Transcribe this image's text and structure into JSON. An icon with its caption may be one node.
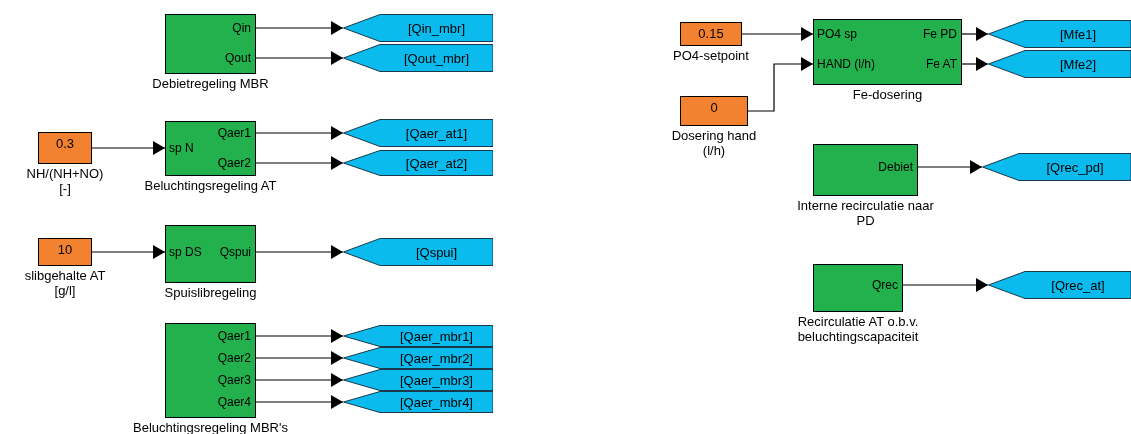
{
  "diagram": {
    "nodes": [
      {
        "text": [
          "Qin",
          "Qout"
        ],
        "beside": [
          "Debietregeling MBR"
        ]
      },
      {
        "text": [
          "[Qin_mbr]"
        ]
      },
      {
        "text": [
          "[Qout_mbr]"
        ]
      },
      {
        "text": [
          "0.3"
        ],
        "beside": [
          "NH/(NH+NO) [-]"
        ]
      },
      {
        "text": [
          "sp N",
          "Qaer1",
          "Qaer2"
        ],
        "beside": [
          "Beluchtingsregeling AT"
        ]
      },
      {
        "text": [
          "[Qaer_at1]"
        ]
      },
      {
        "text": [
          "[Qaer_at2]"
        ]
      },
      {
        "text": [
          "10"
        ],
        "beside": [
          "slibgehalte AT [g/l]"
        ]
      },
      {
        "text": [
          "sp DS",
          "Qspui"
        ],
        "beside": [
          "Spuislibregeling"
        ]
      },
      {
        "text": [
          "[Qspui]"
        ]
      },
      {
        "text": [
          "Qaer1",
          "Qaer2",
          "Qaer3",
          "Qaer4"
        ],
        "beside": [
          "Beluchtingsregeling MBR's"
        ]
      },
      {
        "text": [
          "[Qaer_mbr1]"
        ]
      },
      {
        "text": [
          "[Qaer_mbr2]"
        ]
      },
      {
        "text": [
          "[Qaer_mbr3]"
        ]
      },
      {
        "text": [
          "[Qaer_mbr4]"
        ]
      },
      {
        "text": [
          "0.15"
        ],
        "beside": [
          "PO4-setpoint"
        ]
      },
      {
        "text": [
          "PO4 sp",
          "HAND (l/h)",
          "Fe PD",
          "Fe AT"
        ],
        "beside": [
          "Fe-dosering"
        ]
      },
      {
        "text": [
          "[Mfe1]"
        ]
      },
      {
        "text": [
          "[Mfe2]"
        ]
      },
      {
        "text": [
          "0"
        ],
        "beside": [
          "Dosering hand (l/h)"
        ]
      },
      {
        "text": [
          "Debiet"
        ],
        "beside": [
          "Interne recirculatie naar PD"
        ]
      },
      {
        "text": [
          "[Qrec_pd]"
        ]
      },
      {
        "text": [
          "Qrec"
        ],
        "beside": [
          "Recirculatie AT o.b.v. beluchtingscapaciteit"
        ]
      },
      {
        "text": [
          "[Qrec_at]"
        ]
      }
    ],
    "edges": [
      {
        "from": 0,
        "to": 1,
        "arrow": "to"
      },
      {
        "from": 0,
        "to": 2,
        "arrow": "to"
      },
      {
        "from": 3,
        "to": 4,
        "arrow": "to"
      },
      {
        "from": 4,
        "to": 5,
        "arrow": "to"
      },
      {
        "from": 4,
        "to": 6,
        "arrow": "to"
      },
      {
        "from": 7,
        "to": 8,
        "arrow": "to"
      },
      {
        "from": 8,
        "to": 9,
        "arrow": "to"
      },
      {
        "from": 10,
        "to": 11,
        "arrow": "to"
      },
      {
        "from": 10,
        "to": 12,
        "arrow": "to"
      },
      {
        "from": 10,
        "to": 13,
        "arrow": "to"
      },
      {
        "from": 10,
        "to": 14,
        "arrow": "to"
      },
      {
        "from": 15,
        "to": 16,
        "arrow": "to"
      },
      {
        "from": 19,
        "to": 16,
        "arrow": "to"
      },
      {
        "from": 16,
        "to": 17,
        "arrow": "to"
      },
      {
        "from": 16,
        "to": 18,
        "arrow": "to"
      },
      {
        "from": 20,
        "to": 21,
        "arrow": "to"
      },
      {
        "from": 22,
        "to": 23,
        "arrow": "to"
      }
    ]
  }
}
